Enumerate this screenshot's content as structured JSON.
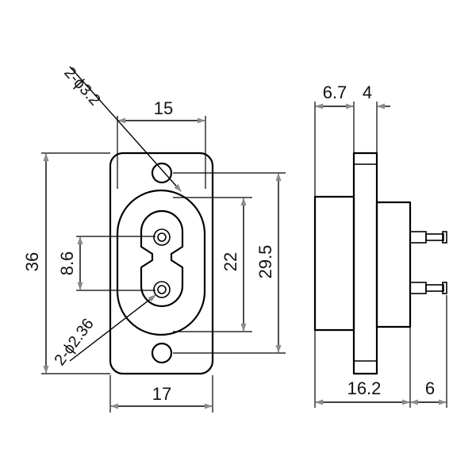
{
  "front_view": {
    "dim_width_top": "15",
    "dim_width_bottom": "17",
    "dim_height_overall": "36",
    "dim_pin_pitch": "8.6",
    "dim_inner_height": "22",
    "dim_hole_pitch": "29.5",
    "note_mount_holes": "2-ϕ3.2",
    "note_pin_holes": "2-ϕ2.36"
  },
  "side_view": {
    "dim_body_depth": "6.7",
    "dim_flange_thickness": "4",
    "dim_overall_length": "16.2",
    "dim_pin_length": "6"
  },
  "colors": {
    "line": "#000000",
    "arrowhead": "#8a8a8a"
  }
}
